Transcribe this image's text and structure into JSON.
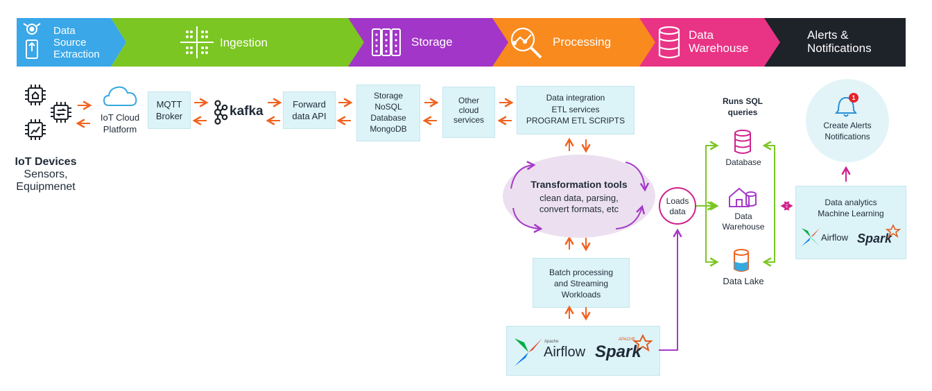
{
  "stages": [
    {
      "label_line1": "Data",
      "label_line2": "Source",
      "label_line3": "Extraction",
      "color": "#3aa7e8",
      "icon": "robot-arm-icon"
    },
    {
      "label": "Ingestion",
      "color": "#7cc623",
      "icon": "grid-dots-icon"
    },
    {
      "label": "Storage",
      "color": "#a236c8",
      "icon": "server-rack-icon"
    },
    {
      "label": "Processing",
      "color": "#f98a1e",
      "icon": "magnifier-chart-icon"
    },
    {
      "label_line1": "Data",
      "label_line2": "Warehouse",
      "color": "#e93385",
      "icon": "database-icon"
    },
    {
      "label_line1": "Alerts &",
      "label_line2": "Notifications",
      "color": "#1e2229"
    }
  ],
  "iot": {
    "title": "IoT Devices",
    "subtitle_line1": "Sensors,",
    "subtitle_line2": "Equipmenet"
  },
  "nodes": {
    "iot_cloud_line1": "IoT Cloud",
    "iot_cloud_line2": "Platform",
    "mqtt_line1": "MQTT",
    "mqtt_line2": "Broker",
    "kafka": "kafka",
    "forward_line1": "Forward",
    "forward_line2": "data API",
    "storage_line1": "Storage",
    "storage_line2": "NoSQL",
    "storage_line3": "Database",
    "storage_line4": "MongoDB",
    "other_line1": "Other",
    "other_line2": "cloud",
    "other_line3": "services",
    "integration_line1": "Data integration",
    "integration_line2": "ETL services",
    "integration_line3": "PROGRAM ETL SCRIPTS",
    "transform_title": "Transformation tools",
    "transform_line1": "clean data, parsing,",
    "transform_line2": "convert formats, etc",
    "batch_line1": "Batch processing",
    "batch_line2": "and  Streaming",
    "batch_line3": "Workloads",
    "airflow": "Airflow",
    "airflow_brand": "Apache",
    "spark": "Spark",
    "spark_brand": "APACHE",
    "loads_line1": "Loads",
    "loads_line2": "data",
    "runs_sql_line1": "Runs SQL",
    "runs_sql_line2": "queries",
    "database": "Database",
    "warehouse_line1": "Data",
    "warehouse_line2": "Warehouse",
    "data_lake": "Data Lake",
    "alerts_line1": "Create Alerts",
    "alerts_line2": "Notifications",
    "alert_badge": "1",
    "analytics_line1": "Data analytics",
    "analytics_line2": "Machine Learning"
  },
  "colors": {
    "orange_arrow": "#f0621f",
    "green_arrow": "#7cc623",
    "magenta_arrow": "#d0208c",
    "purple_line": "#a53ac8",
    "box_fill": "#dcf3f8",
    "cloud_blue": "#35a8e0",
    "badge_red": "#e8212a"
  }
}
